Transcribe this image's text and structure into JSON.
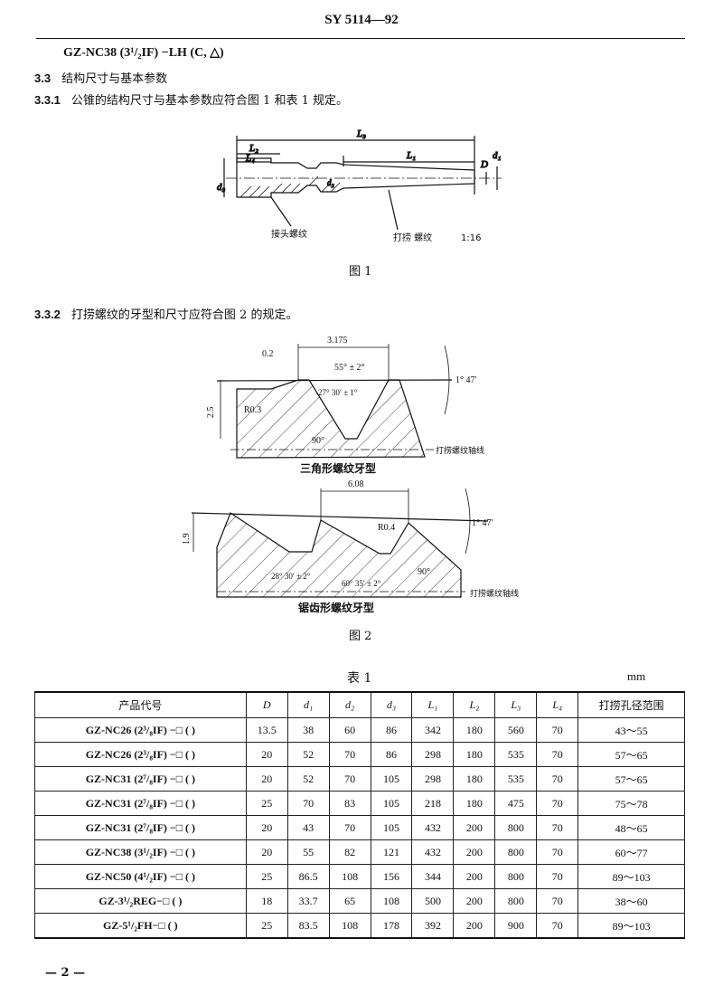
{
  "header": {
    "standard_no": "SY 5114—92",
    "spec_line": "GZ-NC38 (3¹/₂IF) −LH (C, △)"
  },
  "sections": {
    "s33_no": "3.3",
    "s33_title": "结构尺寸与基本参数",
    "s331_no": "3.3.1",
    "s331_text": "公锥的结构尺寸与基本参数应符合图 1 和表 1 规定。",
    "s332_no": "3.3.2",
    "s332_text": "打捞螺纹的牙型和尺寸应符合图 2 的规定。"
  },
  "figure1": {
    "caption": "图 1",
    "labels": {
      "L3": "L₃",
      "L2": "L₂",
      "L4": "L₄",
      "L1": "L₁",
      "d3": "d₃",
      "d2": "d₂",
      "D": "D",
      "d1": "d₁",
      "joint_thread": "接头螺纹",
      "fishing_thread": "打捞 螺纹",
      "taper": "1:16"
    }
  },
  "figure2": {
    "caption": "图 2",
    "triangle": {
      "title": "三角形螺纹牙型",
      "pitch": "3.175",
      "flat": "0.2",
      "angle": "55° ± 2°",
      "half_angle": "27° 30′ ± 1°",
      "root_radius": "R0.3",
      "height": "2.5",
      "right_angle": "90°",
      "taper_angle": "1° 47′",
      "axis": "打捞螺纹轴线"
    },
    "buttress": {
      "title": "锯齿形螺纹牙型",
      "pitch": "6.08",
      "height": "1.9",
      "root_radius": "R0.4",
      "taper_angle": "1° 47′",
      "angle1": "28° 30′ ± 2°",
      "angle2": "60° 35′ ± 2°",
      "right_angle": "90°",
      "axis": "打捞螺纹轴线"
    }
  },
  "table1": {
    "title": "表 1",
    "unit": "mm",
    "columns": [
      "产品代号",
      "D",
      "d₁",
      "d₂",
      "d₃",
      "L₁",
      "L₂",
      "L₃",
      "L₄",
      "打捞孔径范围"
    ],
    "rows": [
      [
        "GZ-NC26 (2³/₈IF) −□ ( )",
        "13.5",
        "38",
        "60",
        "86",
        "342",
        "180",
        "560",
        "70",
        "43～55"
      ],
      [
        "GZ-NC26 (2³/₈IF) −□ ( )",
        "20",
        "52",
        "70",
        "86",
        "298",
        "180",
        "535",
        "70",
        "57～65"
      ],
      [
        "GZ-NC31 (2⁷/₈IF) −□ ( )",
        "20",
        "52",
        "70",
        "105",
        "298",
        "180",
        "535",
        "70",
        "57～65"
      ],
      [
        "GZ-NC31 (2⁷/₈IF) −□ ( )",
        "25",
        "70",
        "83",
        "105",
        "218",
        "180",
        "475",
        "70",
        "75～78"
      ],
      [
        "GZ-NC31 (2⁷/₈IF) −□ ( )",
        "20",
        "43",
        "70",
        "105",
        "432",
        "200",
        "800",
        "70",
        "48～65"
      ],
      [
        "GZ-NC38 (3¹/₂IF) −□ ( )",
        "20",
        "55",
        "82",
        "121",
        "432",
        "200",
        "800",
        "70",
        "60～77"
      ],
      [
        "GZ-NC50 (4¹/₂IF) −□ ( )",
        "25",
        "86.5",
        "108",
        "156",
        "344",
        "200",
        "800",
        "70",
        "89～103"
      ],
      [
        "GZ-3¹/₂REG−□ ( )",
        "18",
        "33.7",
        "65",
        "108",
        "500",
        "200",
        "800",
        "70",
        "38～60"
      ],
      [
        "GZ-5¹/₂FH−□ ( )",
        "25",
        "83.5",
        "108",
        "178",
        "392",
        "200",
        "900",
        "70",
        "89～103"
      ]
    ]
  },
  "footer": {
    "page_no": "— 2 —"
  }
}
